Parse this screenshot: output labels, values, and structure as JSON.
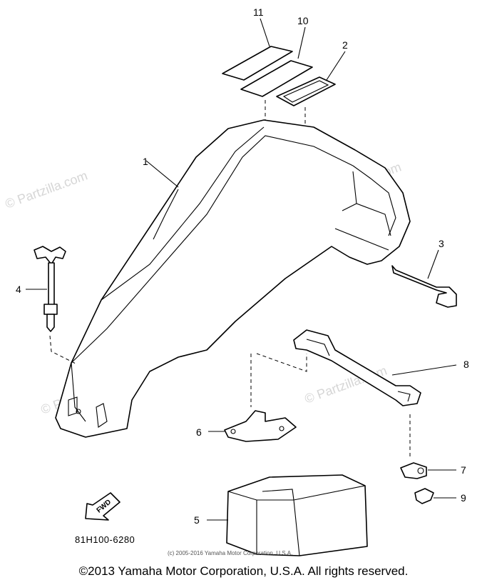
{
  "diagram": {
    "part_code": "81H100-6280",
    "small_copyright": "(c) 2005-2016 Yamaha Motor Corporation, U.S.A.",
    "copyright": "©2013 Yamaha Motor Corporation, U.S.A. All rights reserved.",
    "arrow_label": "FWD",
    "watermark": "© Partzilla.com",
    "callouts": [
      {
        "id": "c11",
        "label": "11"
      },
      {
        "id": "c10",
        "label": "10"
      },
      {
        "id": "c2",
        "label": "2"
      },
      {
        "id": "c1",
        "label": "1"
      },
      {
        "id": "c3",
        "label": "3"
      },
      {
        "id": "c4",
        "label": "4"
      },
      {
        "id": "c8",
        "label": "8"
      },
      {
        "id": "c6",
        "label": "6"
      },
      {
        "id": "c7",
        "label": "7"
      },
      {
        "id": "c9",
        "label": "9"
      },
      {
        "id": "c5",
        "label": "5"
      }
    ]
  }
}
